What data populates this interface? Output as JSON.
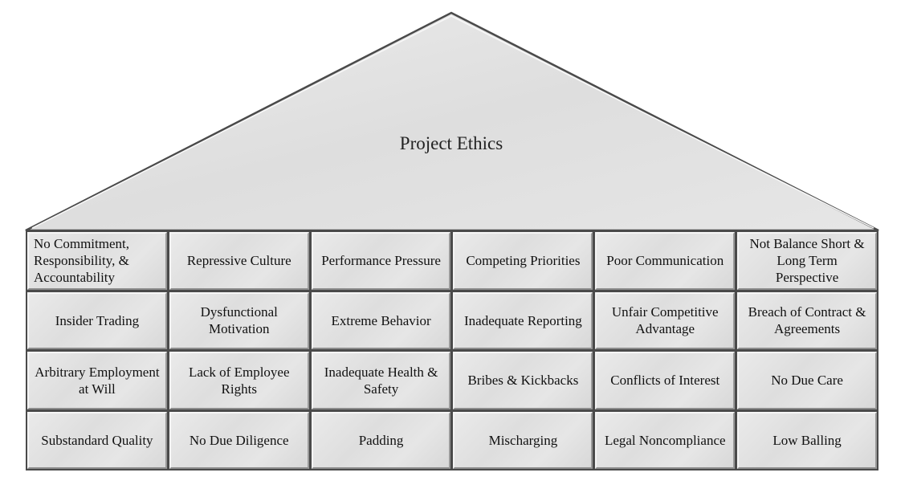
{
  "title": "Project Ethics",
  "colors": {
    "roof_fill": "#e3e3e3",
    "outline": "#4a4a4a"
  },
  "cells": [
    "No Commitment, Responsibility, & Accountability",
    "Repressive Culture",
    "Performance Pressure",
    "Competing Priorities",
    "Poor Communication",
    "Not Balance Short & Long Term Perspective",
    "Insider Trading",
    "Dysfunctional Motivation",
    "Extreme Behavior",
    "Inadequate Reporting",
    "Unfair Competitive Advantage",
    "Breach of Contract & Agreements",
    "Arbitrary Employment at Will",
    "Lack of Employee Rights",
    "Inadequate Health & Safety",
    "Bribes & Kickbacks",
    "Conflicts of Interest",
    "No Due Care",
    "Substandard Quality",
    "No Due Diligence",
    "Padding",
    "Mischarging",
    "Legal Noncompliance",
    "Low Balling"
  ]
}
